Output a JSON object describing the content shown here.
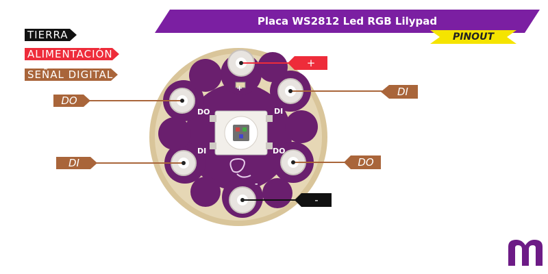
{
  "title": "Placa WS2812 Led RGB Lilypad",
  "subtitle": "PINOUT",
  "colors": {
    "title_banner": "#7b1fa2",
    "subtitle_banner": "#f5e400",
    "ground": "#111111",
    "power": "#ee2c3a",
    "signal": "#a9653a",
    "board": "#6a1f6e",
    "board_edge": "#d9c59a",
    "watermark": "#ececec"
  },
  "legend": [
    {
      "label": "TIERRA",
      "color": "#111111"
    },
    {
      "label": "ALIMENTACIÓN",
      "color": "#ee2c3a"
    },
    {
      "label": "SEÑAL DIGITAL",
      "color": "#a9653a"
    }
  ],
  "pins": [
    {
      "name": "power-pin",
      "label": "+",
      "type": "power"
    },
    {
      "name": "top-left-pin",
      "label": "DO",
      "type": "signal"
    },
    {
      "name": "top-right-pin",
      "label": "DI",
      "type": "signal"
    },
    {
      "name": "bottom-left-pin",
      "label": "DI",
      "type": "signal"
    },
    {
      "name": "bottom-right-pin",
      "label": "DO",
      "type": "signal"
    },
    {
      "name": "ground-pin",
      "label": "-",
      "type": "ground"
    }
  ],
  "board_labels": {
    "do_left": "DO",
    "di_right": "DI",
    "di_left": "DI",
    "do_right": "DO",
    "plus": "+",
    "minus": "-"
  },
  "watermark_glyph": "m",
  "logo_glyph": "m",
  "icons": [
    "lilypad-board",
    "rgb-led",
    "brand-logo"
  ]
}
